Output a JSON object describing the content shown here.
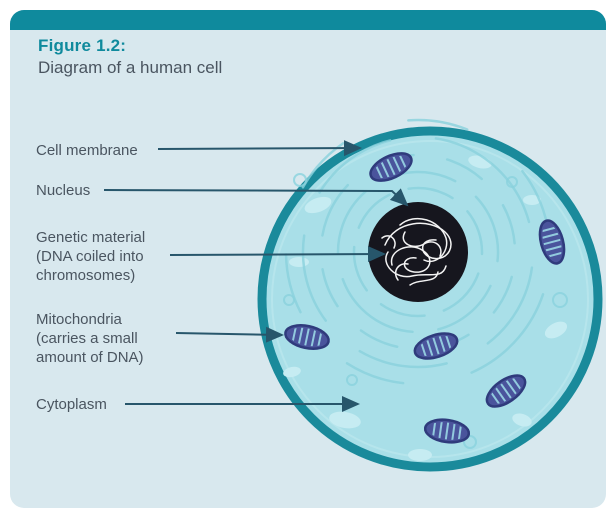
{
  "figure": {
    "title": "Figure 1.2:",
    "subtitle": "Diagram of a human cell"
  },
  "labels": [
    {
      "id": "cell-membrane",
      "text": "Cell membrane"
    },
    {
      "id": "nucleus",
      "text": "Nucleus"
    },
    {
      "id": "genetic-material",
      "text": "Genetic material\n(DNA coiled into\nchromosomes)"
    },
    {
      "id": "mitochondria",
      "text": "Mitochondria\n(carries a small\namount of DNA)"
    },
    {
      "id": "cytoplasm",
      "text": "Cytoplasm"
    }
  ],
  "colors": {
    "accent": "#0f8a9d",
    "card_bg": "#d8e8ee",
    "text_dark": "#4a5560",
    "cell_fill": "#a9dfe8",
    "cell_border": "#1a8a9b",
    "nucleus": "#16161e",
    "organelle": "#4a549c",
    "arrow": "#27566b"
  }
}
